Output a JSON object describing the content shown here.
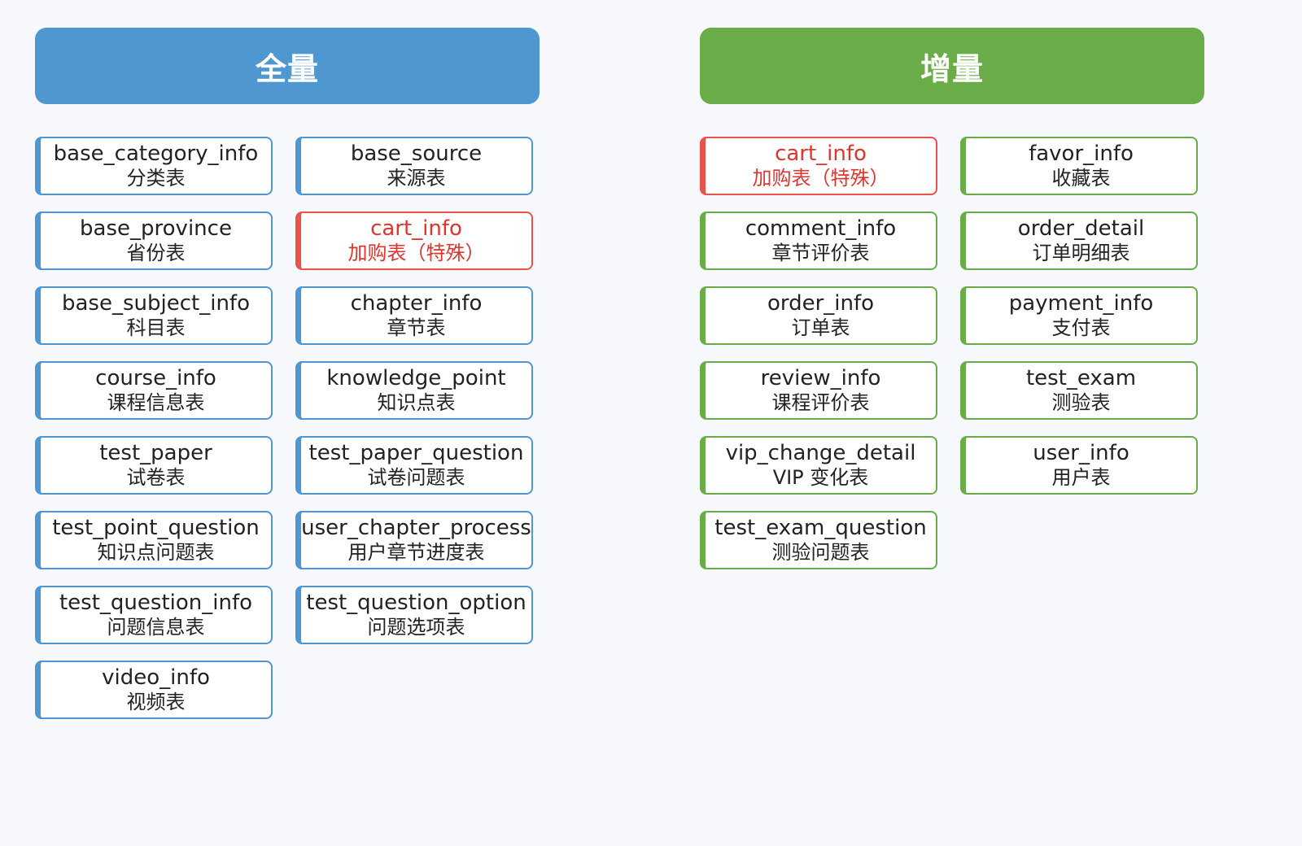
{
  "colors": {
    "full_accent": "#4f97d1",
    "incremental_accent": "#6aac47",
    "special_accent": "#e9534c",
    "special_text": "#e0352f",
    "text": "#222222",
    "background": "#f7f8fb"
  },
  "full": {
    "title": "全量",
    "tables": [
      {
        "name": "base_category_info",
        "desc": "分类表"
      },
      {
        "name": "base_source",
        "desc": "来源表"
      },
      {
        "name": "base_province",
        "desc": "省份表"
      },
      {
        "name": "cart_info",
        "desc": "加购表（特殊）",
        "special": true
      },
      {
        "name": "base_subject_info",
        "desc": "科目表"
      },
      {
        "name": "chapter_info",
        "desc": "章节表"
      },
      {
        "name": "course_info",
        "desc": "课程信息表"
      },
      {
        "name": "knowledge_point",
        "desc": "知识点表"
      },
      {
        "name": "test_paper",
        "desc": "试卷表"
      },
      {
        "name": "test_paper_question",
        "desc": "试卷问题表"
      },
      {
        "name": "test_point_question",
        "desc": "知识点问题表"
      },
      {
        "name": "user_chapter_process",
        "desc": "用户章节进度表"
      },
      {
        "name": "test_question_info",
        "desc": "问题信息表"
      },
      {
        "name": "test_question_option",
        "desc": "问题选项表"
      },
      {
        "name": "video_info",
        "desc": "视频表"
      }
    ]
  },
  "incremental": {
    "title": "增量",
    "tables": [
      {
        "name": "cart_info",
        "desc": "加购表（特殊）",
        "special": true
      },
      {
        "name": "favor_info",
        "desc": "收藏表"
      },
      {
        "name": "comment_info",
        "desc": "章节评价表"
      },
      {
        "name": "order_detail",
        "desc": "订单明细表"
      },
      {
        "name": "order_info",
        "desc": "订单表"
      },
      {
        "name": "payment_info",
        "desc": "支付表"
      },
      {
        "name": "review_info",
        "desc": "课程评价表"
      },
      {
        "name": "test_exam",
        "desc": "测验表"
      },
      {
        "name": "vip_change_detail",
        "desc": "VIP 变化表"
      },
      {
        "name": "user_info",
        "desc": "用户表"
      },
      {
        "name": "test_exam_question",
        "desc": "测验问题表"
      }
    ]
  }
}
